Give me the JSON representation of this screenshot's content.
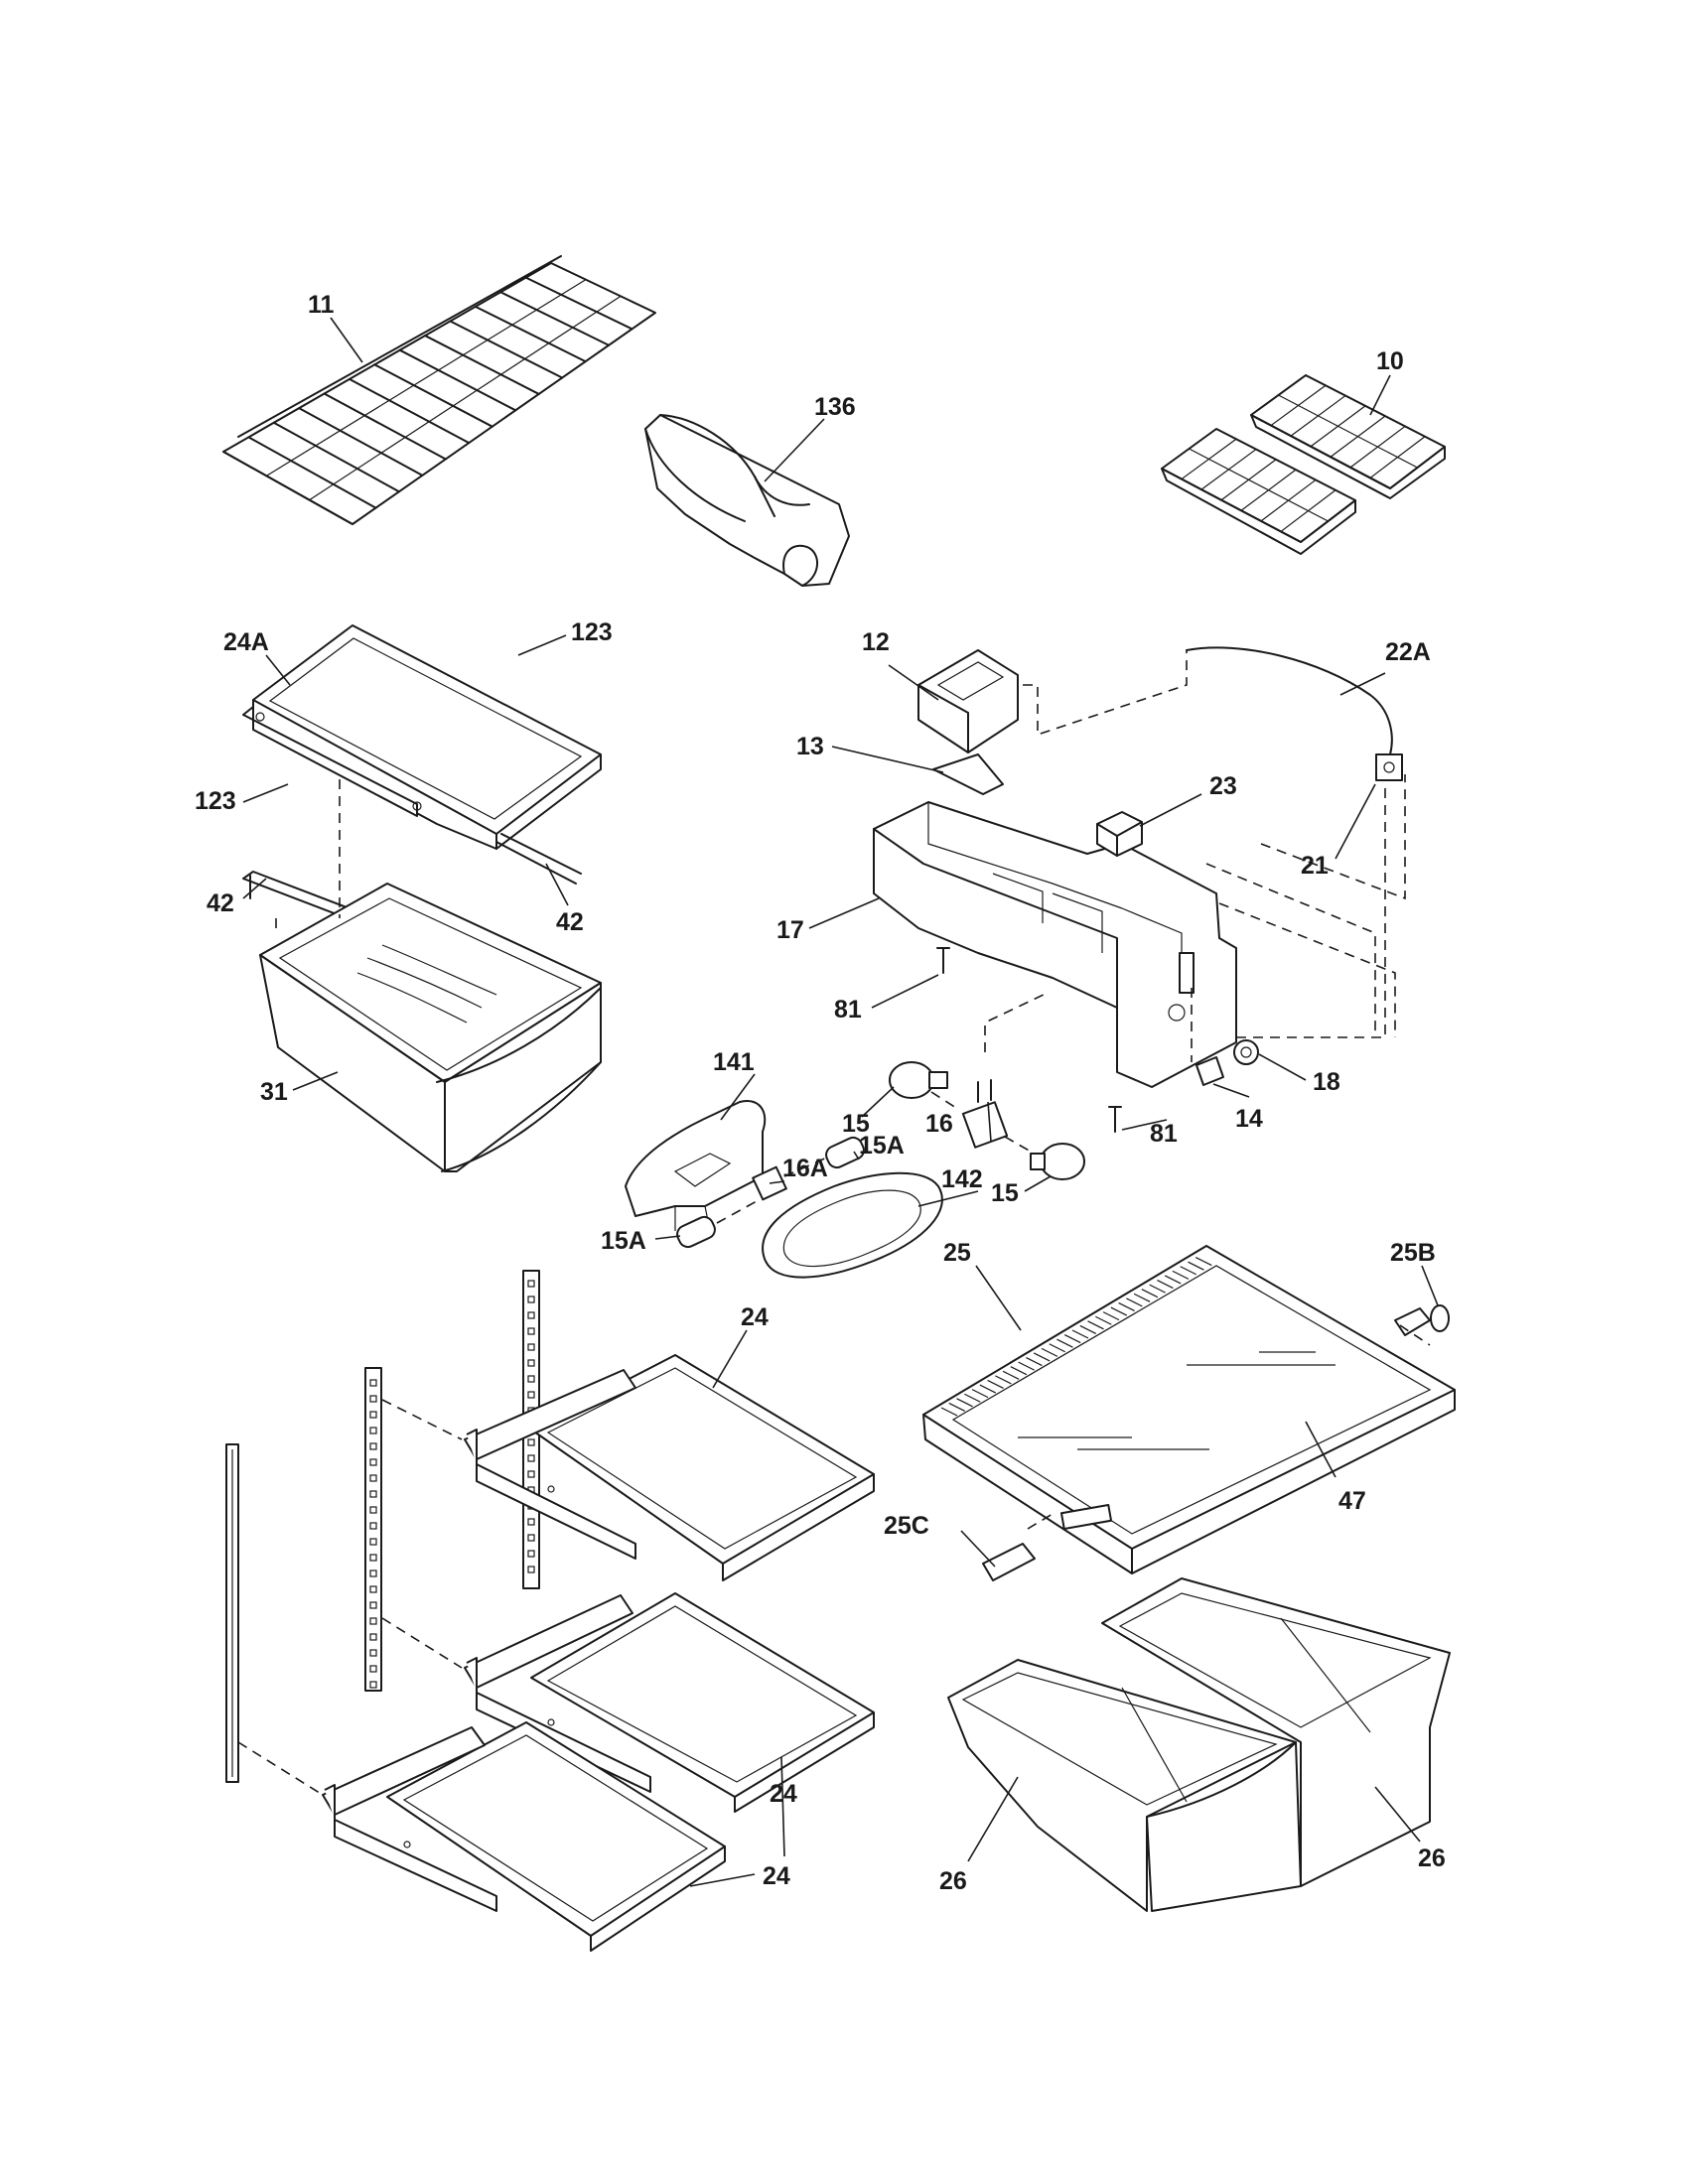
{
  "callouts": {
    "c11": "11",
    "c136": "136",
    "c10": "10",
    "c24A": "24A",
    "c123a": "123",
    "c123b": "123",
    "c42a": "42",
    "c42b": "42",
    "c31": "31",
    "c12": "12",
    "c13": "13",
    "c22A": "22A",
    "c23": "23",
    "c21": "21",
    "c17": "17",
    "c81a": "81",
    "c81b": "81",
    "c18": "18",
    "c14": "14",
    "c141": "141",
    "c15a": "15",
    "c15b": "15",
    "c16": "16",
    "c16A": "16A",
    "c15Aa": "15A",
    "c15Ab": "15A",
    "c142": "142",
    "c25": "25",
    "c25B": "25B",
    "c24a": "24",
    "c24b": "24",
    "c24c": "24",
    "c47": "47",
    "c25C": "25C",
    "c26a": "26",
    "c26b": "26"
  }
}
